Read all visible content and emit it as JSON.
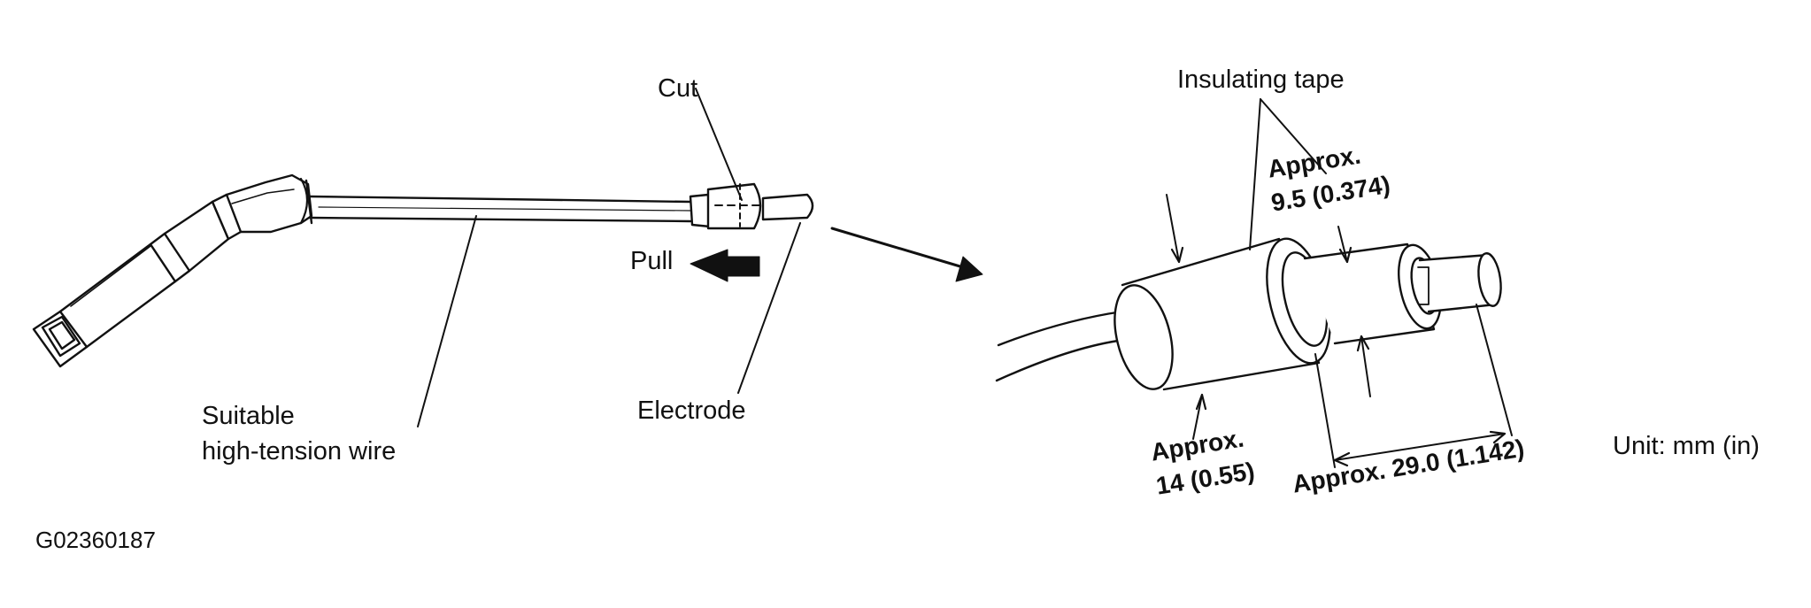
{
  "labels": {
    "cut": "Cut",
    "pull": "Pull",
    "electrode": "Electrode",
    "wire_line1": "Suitable",
    "wire_line2": "high-tension wire",
    "insulating_tape": "Insulating tape",
    "dim_tip_line1": "Approx.",
    "dim_tip_line2": "9.5 (0.374)",
    "dim_tape_dia_line1": "Approx.",
    "dim_tape_dia_line2": "14 (0.55)",
    "dim_length": "Approx. 29.0 (1.142)",
    "unit": "Unit: mm (in)",
    "figure_code": "G02360187"
  },
  "colors": {
    "ink": "#111111",
    "background": "#ffffff"
  },
  "icons": [
    "pull-arrow-icon",
    "zoom-arrow-icon"
  ]
}
